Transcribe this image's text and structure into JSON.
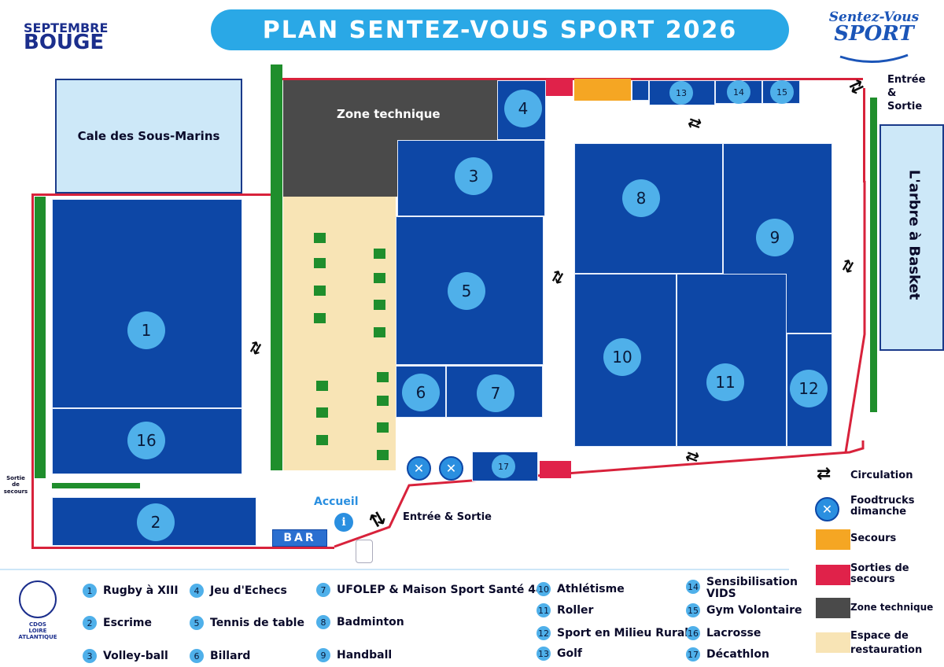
{
  "title": "PLAN SENTEZ-VOUS SPORT 2026",
  "logo_left": {
    "line1": "SEPTEMBRE",
    "line2": "BOUGE"
  },
  "logo_right": {
    "line1": "Sentez-Vous",
    "line2": "SPORT"
  },
  "areas": {
    "cale": "Cale des Sous-Marins",
    "zone_technique": "Zone technique",
    "arbre": "L'arbre à Basket",
    "accueil": "Accueil",
    "bar": "BAR",
    "entree_top": "Entrée & Sortie",
    "entree_bottom": "Entrée & Sortie",
    "sortie_secours": "Sortie de secours"
  },
  "zones": [
    "1",
    "2",
    "3",
    "4",
    "5",
    "6",
    "7",
    "8",
    "9",
    "10",
    "11",
    "12",
    "13",
    "14",
    "15",
    "16",
    "17"
  ],
  "legend_side": {
    "circulation": "Circulation",
    "foodtrucks": "Foodtrucks dimanche",
    "secours": "Secours",
    "sorties": "Sorties de secours",
    "zone_technique": "Zone technique",
    "restauration": "Espace de restauration"
  },
  "colors": {
    "zone": "#0d47a6",
    "badge": "#4fb0ea",
    "secours": "#f5a623",
    "sorties": "#e0224a",
    "technique": "#4a4a4a",
    "restauration": "#f8e4b5",
    "green": "#1f8e2c"
  },
  "legend": [
    {
      "n": "1",
      "label": "Rugby à XIII"
    },
    {
      "n": "2",
      "label": "Escrime"
    },
    {
      "n": "3",
      "label": "Volley-ball"
    },
    {
      "n": "4",
      "label": "Jeu d'Echecs"
    },
    {
      "n": "5",
      "label": "Tennis de table"
    },
    {
      "n": "6",
      "label": "Billard"
    },
    {
      "n": "7",
      "label": "UFOLEP & Maison Sport Santé 44"
    },
    {
      "n": "8",
      "label": "Badminton"
    },
    {
      "n": "9",
      "label": "Handball"
    },
    {
      "n": "10",
      "label": "Athlétisme"
    },
    {
      "n": "11",
      "label": "Roller"
    },
    {
      "n": "12",
      "label": "Sport en Milieu Rural"
    },
    {
      "n": "13",
      "label": "Golf"
    },
    {
      "n": "14",
      "label": "Sensibilisation VIDS"
    },
    {
      "n": "15",
      "label": "Gym Volontaire"
    },
    {
      "n": "16",
      "label": "Lacrosse"
    },
    {
      "n": "17",
      "label": "Décathlon"
    }
  ],
  "cdos": {
    "line1": "CDOS",
    "line2": "LOIRE",
    "line3": "ATLANTIQUE"
  }
}
